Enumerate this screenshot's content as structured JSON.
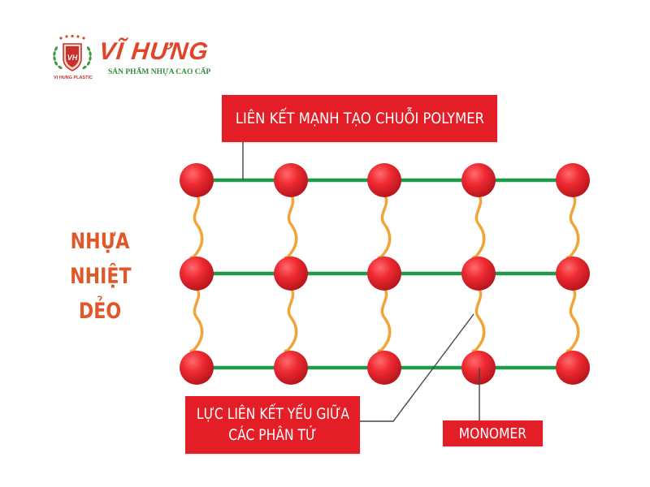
{
  "logo": {
    "emblem_initials": "VH",
    "emblem_caption": "VI HUNG PLASTIC",
    "brand_name": "VĨ HƯNG",
    "tagline": "SẢN PHẨM NHỰA CAO CẤP",
    "colors": {
      "brand_red": "#e0452a",
      "tagline_green": "#2f8f3a",
      "emblem_green": "#3a9a3f"
    }
  },
  "side_title": {
    "lines": [
      "NHỰA",
      "NHIỆT",
      "DẺO"
    ],
    "color": "#e0572a"
  },
  "labels": {
    "strong_bond": "LIÊN KẾT MẠNH TẠO CHUỖI POLYMER",
    "weak_force_line1": "LỰC LIÊN KẾT YẾU GIỮA",
    "weak_force_line2": "CÁC PHÂN TỬ",
    "monomer": "MONOMER",
    "label_bg": "#e31e26"
  },
  "lattice": {
    "columns_x": [
      242,
      358,
      473,
      589,
      705
    ],
    "rows_y": [
      222,
      337,
      453
    ],
    "monomer_radius": 21,
    "monomer_color": "#e31e26",
    "strong_bond_color": "#1f9a4a",
    "weak_bond_color": "#f0a43a"
  }
}
